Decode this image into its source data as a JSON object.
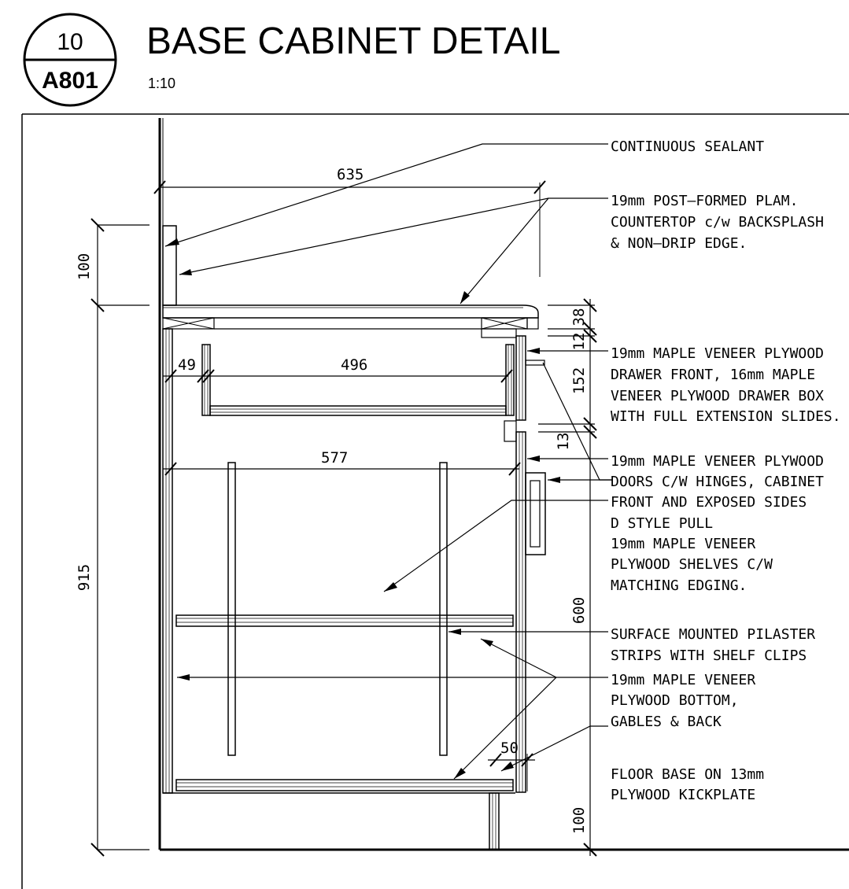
{
  "title_block": {
    "detail_number": "10",
    "sheet_number": "A801",
    "title": "BASE CABINET DETAIL",
    "scale": "1:10"
  },
  "dimensions": {
    "overall_depth": "635",
    "backsplash_height": "100",
    "overall_height": "915",
    "drawer_side_offset": "49",
    "drawer_box_depth": "496",
    "cabinet_depth": "577",
    "countertop_thickness": "38",
    "drawer_gap_top": "12",
    "drawer_front_height": "152",
    "drawer_gap_bottom": "13",
    "door_height": "600",
    "kick_recess": "50",
    "kick_height": "100"
  },
  "callouts": {
    "sealant": "CONTINUOUS SEALANT",
    "countertop": [
      "19mm POST–FORMED PLAM.",
      "COUNTERTOP c/w BACKSPLASH",
      "& NON–DRIP EDGE."
    ],
    "drawer": [
      "19mm MAPLE VENEER PLYWOOD",
      "DRAWER FRONT, 16mm MAPLE",
      "VENEER PLYWOOD DRAWER BOX",
      "WITH FULL EXTENSION SLIDES."
    ],
    "doors": [
      "19mm MAPLE VENEER PLYWOOD",
      "DOORS C/W HINGES, CABINET",
      "FRONT AND EXPOSED SIDES"
    ],
    "pull": "D STYLE PULL",
    "shelves": [
      "19mm MAPLE VENEER",
      "PLYWOOD SHELVES C/W",
      "MATCHING EDGING."
    ],
    "pilaster": [
      "SURFACE MOUNTED PILASTER",
      "STRIPS WITH SHELF CLIPS"
    ],
    "bottom": [
      "19mm MAPLE VENEER",
      "PLYWOOD BOTTOM,",
      "GABLES & BACK"
    ],
    "floor_base": [
      "FLOOR BASE ON 13mm",
      "PLYWOOD KICKPLATE"
    ]
  }
}
